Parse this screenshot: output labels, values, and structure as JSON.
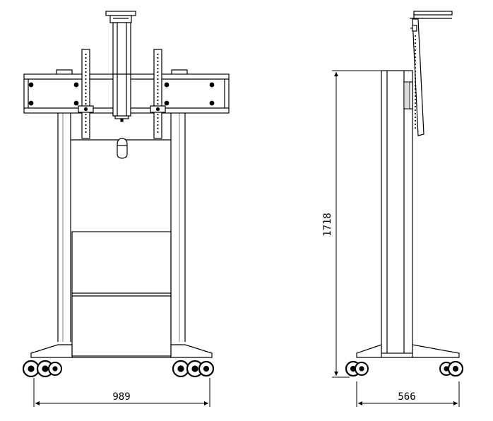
{
  "dimensions": {
    "front_width": "989",
    "side_height": "1718",
    "side_depth": "566"
  },
  "colors": {
    "line": "#000000",
    "background": "#ffffff",
    "shade": "#d9d9d9"
  }
}
